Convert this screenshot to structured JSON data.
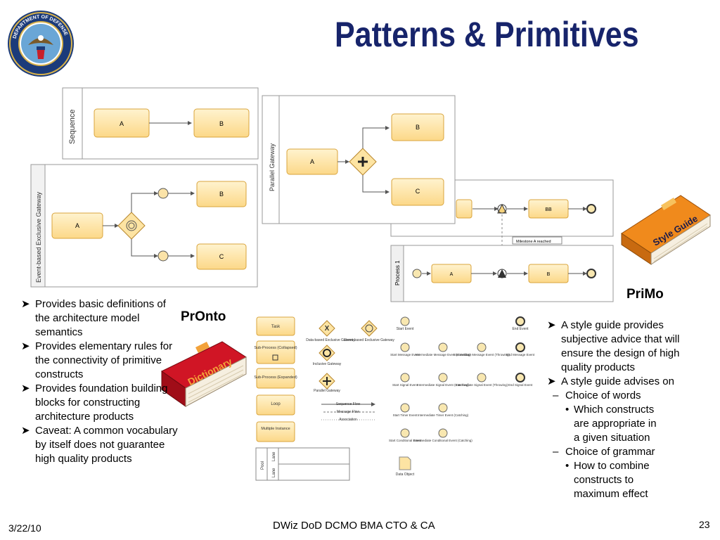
{
  "title": "Patterns & Primitives",
  "left_bullets": [
    "Provides basic definitions of the architecture model semantics",
    "Provides elementary rules for the connectivity of primitive constructs",
    "Provides foundation building blocks for constructing architecture products",
    "Caveat: A common vocabulary by itself does not guarantee high quality products"
  ],
  "labels": {
    "pronto": "PrOnto",
    "primo": "PriMo",
    "dictionary": "Dictionary",
    "style_guide": "Style Guide"
  },
  "right_bullets": {
    "b1": "A style guide provides subjective advice that will ensure the design of high quality products",
    "b2": "A style guide advises on",
    "s1": "Choice of words",
    "s1a": "Which constructs are appropriate in a given situation",
    "s2": "Choice of grammar",
    "s2a": "How to combine constructs to maximum effect"
  },
  "diagrams": {
    "sequence": {
      "lane": "Sequence",
      "a": "A",
      "b": "B"
    },
    "parallel": {
      "lane": "Parallel Gateway",
      "a": "A",
      "b": "B",
      "c": "C"
    },
    "event_gateway": {
      "lane": "Event-based Exclusive Gateway",
      "a": "A",
      "b": "B",
      "c": "C"
    },
    "process": {
      "milestone_box": "BB",
      "milestone_note": "Milestone A reached",
      "lane": "Process 1",
      "a": "A",
      "b": "B"
    }
  },
  "palette": {
    "task": "Task",
    "subproc_collapsed": "Sub-Process (Collapsed)",
    "subproc_expanded": "Sub-Process (Expanded)",
    "loop": "Loop",
    "multiple": "Multiple Instance",
    "pool": "Pool",
    "lane1": "Lane",
    "lane2": "Lane",
    "data_xor": "Data-based Exclusive Gateway",
    "event_xor": "Event-based Exclusive Gateway",
    "inclusive": "Inclusive Gateway",
    "parallel": "Parallel Gateway",
    "seq_flow": "Sequence Flow",
    "msg_flow": "Message Flow",
    "assoc": "Association",
    "start_event": "Start Event",
    "end_event": "End Event",
    "start_msg": "Start Message Event",
    "int_msg_catch": "Intermediate Message Event (Catching)",
    "int_msg_throw": "Intermediate Message Event (Throwing)",
    "end_msg": "End Message Event",
    "start_sig": "Start Signal Event",
    "int_sig_catch": "Intermediate Signal Event (Catching)",
    "int_sig_throw": "Intermediate Signal Event (Throwing)",
    "end_sig": "End Signal Event",
    "start_timer": "Start Timer Event",
    "int_timer": "Intermediate Timer Event (Catching)",
    "start_cond": "Start Conditional Event",
    "int_cond": "Intermediate Conditional Event (Catching)",
    "data_obj": "Data Object"
  },
  "footer": {
    "date": "3/22/10",
    "center": "DWiz DoD DCMO BMA CTO & CA",
    "page": "23"
  },
  "colors": {
    "title": "#17246b",
    "task_fill": "#fde4a3",
    "task_stroke": "#d9a43c",
    "book_red": "#c0101e",
    "book_orange": "#f08a1c"
  }
}
